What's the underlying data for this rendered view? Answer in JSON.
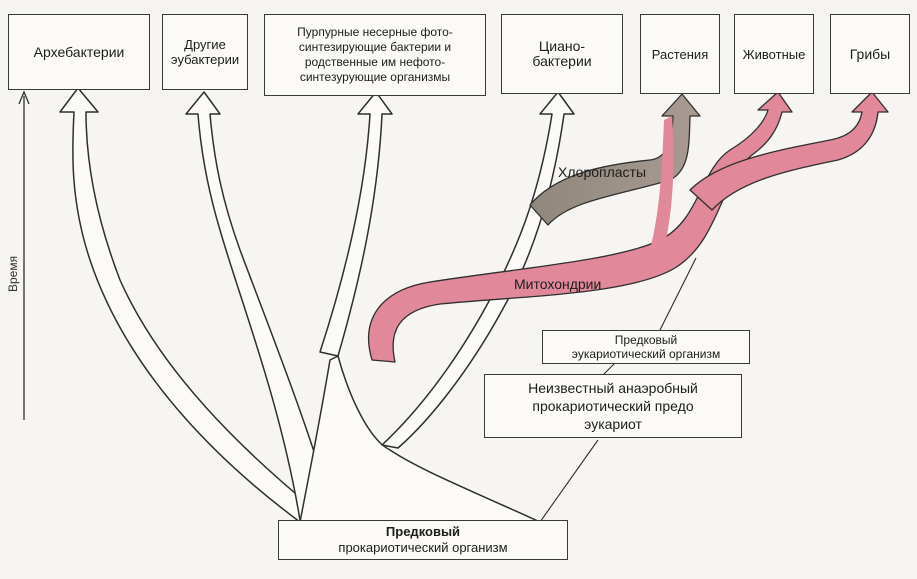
{
  "top_groups": {
    "archaebacteria": "Архебактерии",
    "other_eubacteria": "Другие\nэубактерии",
    "purple_bacteria": "Пурпурные несерные фото-\nсинтезирующие бактерии и\nродственные им нефото-\nсинтезурующие организмы",
    "cyanobacteria": "Циано-\nбактерии",
    "plants": "Растения",
    "animals": "Животные",
    "fungi": "Грибы"
  },
  "lower_boxes": {
    "ancestral_eukaryote": "Предковый\nэукариотический организм",
    "anaerobic_proeukaryote": "Неизвестный анаэробный\nпрокариотический предо\nэукариот",
    "ancestral_prokaryote_title": "Предковый",
    "ancestral_prokaryote_sub": "прокариотический организм"
  },
  "streams": {
    "chloroplasts": "Хлоропласты",
    "mitochondria": "Митохондрии"
  },
  "axis": {
    "time": "Время"
  },
  "colors": {
    "mitochondria": "#e1889a",
    "chloroplasts": "#9c9488",
    "outline": "#2f2f2f",
    "background": "#f7f5f1"
  }
}
